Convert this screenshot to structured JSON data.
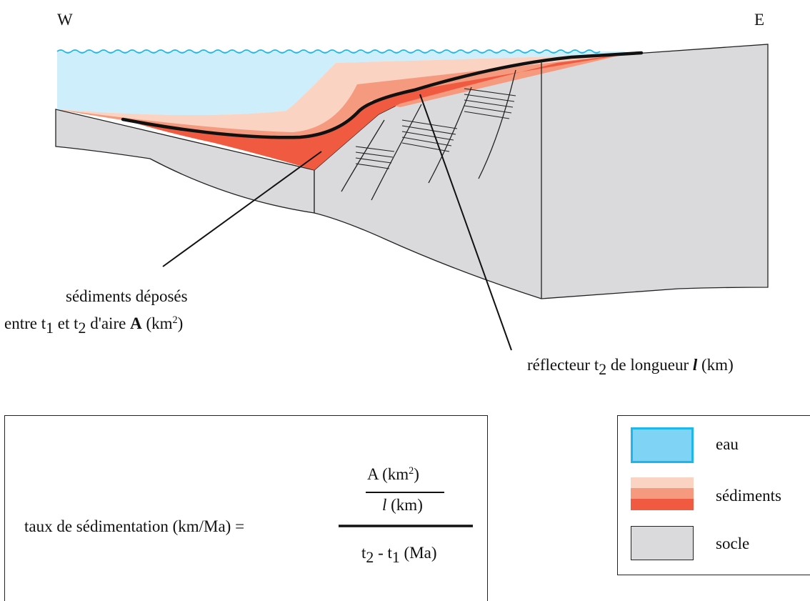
{
  "compass": {
    "west": "W",
    "east": "E"
  },
  "annotation_sediments": {
    "line1": "sédiments déposés",
    "line2_pre": "entre t",
    "line2_sub1": "1",
    "line2_mid": " et t",
    "line2_sub2": "2",
    "line2_aire": " d'aire ",
    "line2_A": "A",
    "line2_unit_pre": " (km",
    "line2_unit_sup": "2",
    "line2_unit_post": ")"
  },
  "annotation_reflector": {
    "pre": "réflecteur t",
    "sub": "2",
    "mid": " de longueur ",
    "l": "l",
    "post": " (km)"
  },
  "formula": {
    "lhs": "taux de sédimentation (km/Ma) =",
    "num_A": "A (km",
    "num_sup": "2",
    "num_close": ")",
    "den_l": "l",
    "den_l_unit": " (km)",
    "den_t2": "t",
    "den_t2_sub": "2",
    "den_minus": " - t",
    "den_t1_sub": "1",
    "den_unit": " (Ma)"
  },
  "legend": {
    "items": [
      {
        "label": "eau",
        "color": "#7fd3f5"
      },
      {
        "label": "sédiments",
        "colors": [
          "#fbd3c3",
          "#f59a7e",
          "#f05a40"
        ]
      },
      {
        "label": "socle",
        "color": "#dadadc"
      }
    ]
  },
  "colors": {
    "water": "#cdeefa",
    "wave": "#1fb6ea",
    "sed_light": "#fbd3c3",
    "sed_mid": "#f59a7e",
    "sed_dark": "#f05a40",
    "basement": "#dadadc"
  }
}
